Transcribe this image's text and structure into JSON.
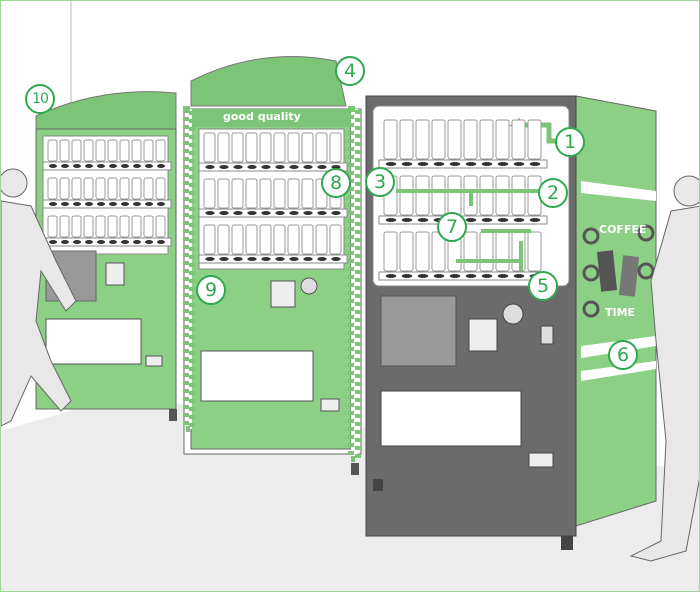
{
  "colors": {
    "green": "#7cc576",
    "dark_green": "#2fa84f",
    "machine_gray": "#6b6b6b",
    "floor": "#ececec"
  },
  "signs": {
    "good_quality": "good quality",
    "coffee": "COFFEE",
    "time": "TIME"
  },
  "callouts": [
    {
      "label": "1"
    },
    {
      "label": "2"
    },
    {
      "label": "3"
    },
    {
      "label": "4"
    },
    {
      "label": "5"
    },
    {
      "label": "6"
    },
    {
      "label": "7"
    },
    {
      "label": "8"
    },
    {
      "label": "9"
    },
    {
      "label": "10"
    }
  ]
}
